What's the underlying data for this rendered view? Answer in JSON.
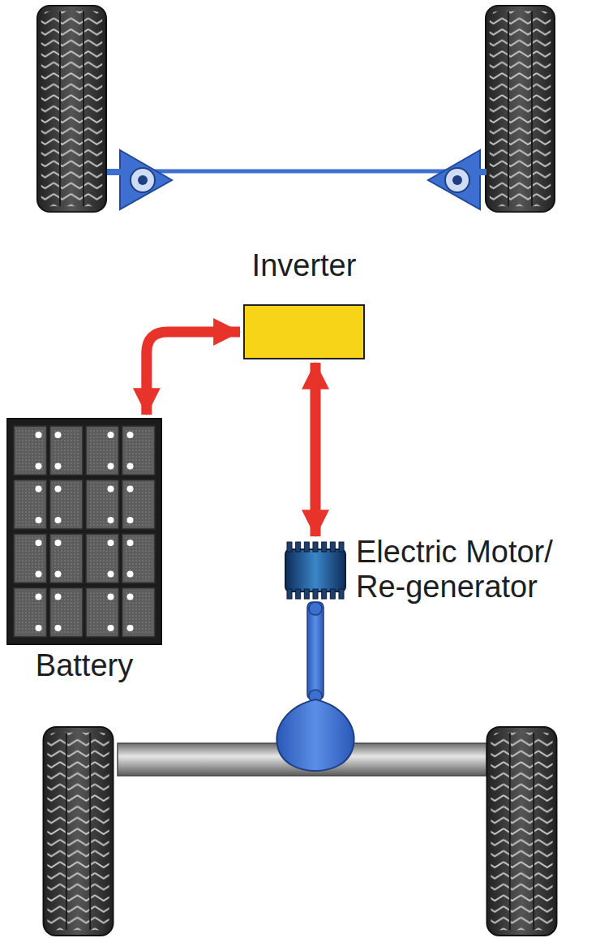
{
  "diagram": {
    "nodes": [
      {
        "text": [
          "Inverter"
        ]
      },
      {
        "text": [
          "Battery"
        ]
      },
      {
        "text": [
          "Electric Motor/ Re-generator"
        ]
      }
    ],
    "edges": [
      {
        "from": 1,
        "to": 0,
        "arrow": "both"
      },
      {
        "from": 0,
        "to": 2,
        "arrow": "both"
      }
    ]
  }
}
